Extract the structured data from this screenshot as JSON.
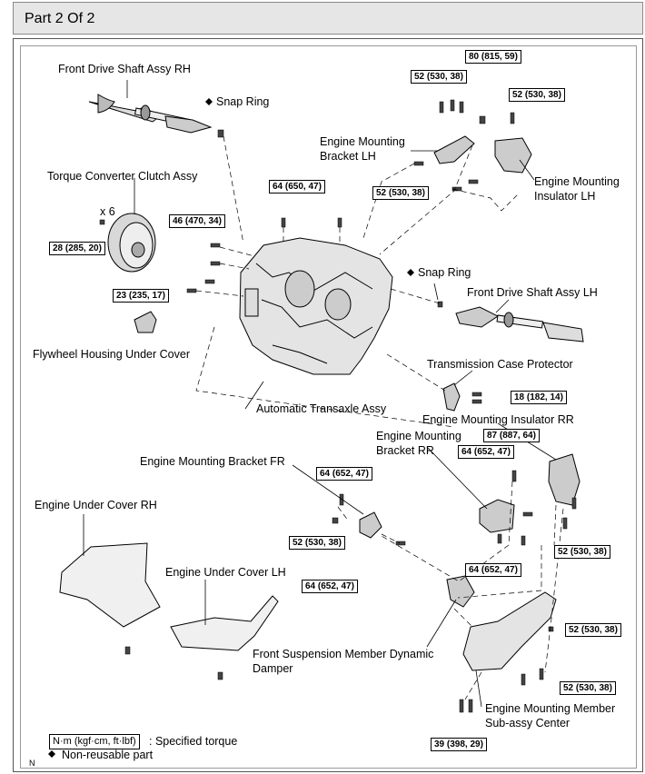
{
  "header": {
    "title": "Part 2 Of 2"
  },
  "labels": {
    "front_drive_shaft_rh": "Front Drive Shaft Assy RH",
    "snap_ring_1": "Snap Ring",
    "torque_converter": "Torque Converter Clutch Assy",
    "x6": "x 6",
    "flywheel_cover": "Flywheel Housing Under Cover",
    "auto_transaxle": "Automatic Transaxle Assy",
    "mount_bracket_lh": "Engine Mounting\nBracket LH",
    "mount_insulator_lh": "Engine Mounting\nInsulator LH",
    "snap_ring_2": "Snap Ring",
    "front_drive_shaft_lh": "Front Drive Shaft Assy LH",
    "trans_case_protector": "Transmission Case Protector",
    "mount_insulator_rr": "Engine Mounting Insulator RR",
    "mount_bracket_rr": "Engine Mounting\nBracket RR",
    "mount_bracket_fr": "Engine Mounting Bracket FR",
    "under_cover_rh": "Engine Under Cover RH",
    "under_cover_lh": "Engine Under Cover LH",
    "dynamic_damper": "Front Suspension Member Dynamic\nDamper",
    "member_center": "Engine Mounting Member\nSub-assy Center"
  },
  "torques": {
    "t80": "80 (815, 59)",
    "t52a": "52 (530, 38)",
    "t52b": "52 (530, 38)",
    "t52c": "52 (530, 38)",
    "t64a": "64 (650, 47)",
    "t46": "46 (470, 34)",
    "t28": "28 (285, 20)",
    "t23": "23 (235, 17)",
    "t18": "18 (182, 14)",
    "t87": "87 (887, 64)",
    "t64b": "64 (652, 47)",
    "t64c": "64 (652, 47)",
    "t52d": "52 (530, 38)",
    "t52e": "52 (530, 38)",
    "t64d": "64 (652, 47)",
    "t64e": "64 (652, 47)",
    "t52f": "52 (530, 38)",
    "t52g": "52 (530, 38)",
    "t39": "39 (398, 29)"
  },
  "legend": {
    "torque_box": "N·m (kgf·cm, ft·lbf)",
    "torque_text": ": Specified torque",
    "nonreusable": "Non-reusable part",
    "corner": "N"
  }
}
